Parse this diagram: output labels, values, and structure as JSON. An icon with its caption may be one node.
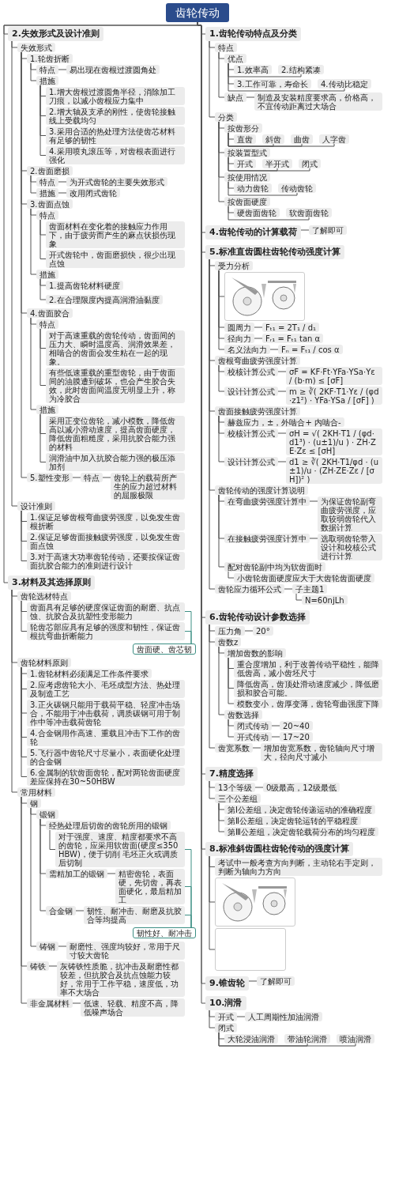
{
  "diagram": {
    "nodes": [
      {
        "text": [
          "齿轮传动"
        ]
      },
      {
        "text": [
          "1.齿轮传动特点及分类"
        ]
      },
      {
        "text": [
          "特点"
        ]
      },
      {
        "text": [
          "优点"
        ]
      },
      {
        "text": [
          "1.效率高"
        ]
      },
      {
        "text": [
          "2.结构紧凑"
        ]
      },
      {
        "text": [
          "3.工作可靠，寿命长"
        ]
      },
      {
        "text": [
          "4.传动比稳定"
        ]
      },
      {
        "text": [
          "缺点"
        ]
      },
      {
        "text": [
          "制造及安装精度要求高，价格高，不宜传动距离过大场合"
        ]
      },
      {
        "text": [
          "分类"
        ]
      },
      {
        "text": [
          "按齿形分"
        ]
      },
      {
        "text": [
          "直齿"
        ]
      },
      {
        "text": [
          "斜齿"
        ]
      },
      {
        "text": [
          "曲齿"
        ]
      },
      {
        "text": [
          "人字齿"
        ]
      },
      {
        "text": [
          "按装置型式"
        ]
      },
      {
        "text": [
          "开式"
        ]
      },
      {
        "text": [
          "半开式"
        ]
      },
      {
        "text": [
          "闭式"
        ]
      },
      {
        "text": [
          "按使用情况"
        ]
      },
      {
        "text": [
          "动力齿轮"
        ]
      },
      {
        "text": [
          "传动齿轮"
        ]
      },
      {
        "text": [
          "按齿面硬度"
        ]
      },
      {
        "text": [
          "硬齿面齿轮"
        ]
      },
      {
        "text": [
          "软齿面齿轮"
        ]
      },
      {
        "text": [
          "2.失效形式及设计准则"
        ]
      },
      {
        "text": [
          "失效形式"
        ]
      },
      {
        "text": [
          "1.轮齿折断"
        ]
      },
      {
        "text": [
          "特点"
        ]
      },
      {
        "text": [
          "易出现在齿根过渡圆角处"
        ]
      },
      {
        "text": [
          "措施"
        ]
      },
      {
        "text": [
          "1.增大齿根过渡圆角半径，消除加工刀痕，以减小齿根应力集中"
        ]
      },
      {
        "text": [
          "2.增大轴及支承的刚性，使齿轮接触线上受载均匀"
        ]
      },
      {
        "text": [
          "3.采用合适的热处理方法使齿芯材料有足够的韧性"
        ]
      },
      {
        "text": [
          "4.采用喷丸滚压等，对齿根表面进行强化"
        ]
      },
      {
        "text": [
          "2.齿面磨损"
        ]
      },
      {
        "text": [
          "特点"
        ]
      },
      {
        "text": [
          "为开式齿轮的主要失效形式"
        ]
      },
      {
        "text": [
          "措施"
        ]
      },
      {
        "text": [
          "改用闭式齿轮"
        ]
      },
      {
        "text": [
          "3.齿面点蚀"
        ]
      },
      {
        "text": [
          "特点"
        ]
      },
      {
        "text": [
          "齿面材料在变化着的接触应力作用下，由于疲劳而产生的麻点状损伤现象"
        ]
      },
      {
        "text": [
          "开式齿轮中，齿面磨损快，很少出现点蚀"
        ]
      },
      {
        "text": [
          "措施"
        ]
      },
      {
        "text": [
          "1.提高齿轮材料硬度"
        ]
      },
      {
        "text": [
          "2.在合理限度内提高润滑油黏度"
        ]
      },
      {
        "text": [
          "4.齿面胶合"
        ]
      },
      {
        "text": [
          "特点"
        ]
      },
      {
        "text": [
          "对于高速重载的齿轮传动，齿面间的压力大、瞬时温度高、润滑效果差，相啮合的齿面会发生粘在一起的现象。"
        ]
      },
      {
        "text": [
          "有些低速重载的重型齿轮，由于齿面间的油膜遭到破坏，也会产生胶合失效，此时齿面间温度无明显上升，称为冷胶合"
        ]
      },
      {
        "text": [
          "措施"
        ]
      },
      {
        "text": [
          "采用正变位齿轮，减小模数，降低齿高以减小滑动速度，提高齿面硬度，降低齿面粗糙度，采用抗胶合能力强的材料"
        ]
      },
      {
        "text": [
          "润滑油中加入抗胶合能力强的极压添加剂"
        ]
      },
      {
        "text": [
          "5.塑性变形"
        ]
      },
      {
        "text": [
          "特点"
        ]
      },
      {
        "text": [
          "齿轮上的载荷所产生的应力超过材料的屈服极限"
        ]
      },
      {
        "text": [
          "设计准则"
        ]
      },
      {
        "text": [
          "1.保证足够齿根弯曲疲劳强度，以免发生齿根折断"
        ]
      },
      {
        "text": [
          "2.保证足够齿面接触疲劳强度，以免发生齿面点蚀"
        ]
      },
      {
        "text": [
          "3.对于高速大功率齿轮传动，还要按保证齿面抗胶合能力的准则进行设计"
        ]
      },
      {
        "text": [
          "3.材料及其选择原则"
        ]
      },
      {
        "text": [
          "齿轮选材特点"
        ]
      },
      {
        "text": [
          "齿面具有足够的硬度保证齿面的耐磨、抗点蚀、抗胶合及抗塑性变形能力"
        ]
      },
      {
        "text": [
          "轮齿芯部应具有足够的强度和韧性，保证齿根抗弯曲折断能力"
        ]
      },
      {
        "text": [
          "齿面硬、齿芯韧"
        ]
      },
      {
        "text": [
          "齿轮材料原则"
        ]
      },
      {
        "text": [
          "1.齿轮材料必须满足工作条件要求"
        ]
      },
      {
        "text": [
          "2.应考虑齿轮大小、毛坯成型方法、热处理及制造工艺"
        ]
      },
      {
        "text": [
          "3.正火碳钢只能用于载荷平稳、轻度冲击场合，不能用于冲击载荷，调质碳钢可用于制作中等冲击载荷齿轮"
        ]
      },
      {
        "text": [
          "4.合金钢用作高速、重载且冲击下工作的齿轮"
        ]
      },
      {
        "text": [
          "5.飞行器中齿轮尺寸尽量小，表面硬化处理的合金钢"
        ]
      },
      {
        "text": [
          "6.金属制的软齿面齿轮，配对两轮齿面硬度差应保持在30~50HBW"
        ]
      },
      {
        "text": [
          "常用材料"
        ]
      },
      {
        "text": [
          "钢"
        ]
      },
      {
        "text": [
          "锻钢"
        ]
      },
      {
        "text": [
          "经热处理后切齿的齿轮所用的锻钢"
        ]
      },
      {
        "text": [
          "对于强度、速度、精度都要求不高的齿轮，应采用软齿面(硬度≤350HBW)，便于切削 毛坯正火或调质后切制"
        ]
      },
      {
        "text": [
          "需精加工的锻钢"
        ]
      },
      {
        "text": [
          "精密齿轮，表面硬，先切齿，再表面硬化，最后精加工"
        ]
      },
      {
        "text": [
          "合金钢"
        ]
      },
      {
        "text": [
          "韧性、耐冲击、耐磨及抗胶合等均提高"
        ]
      },
      {
        "text": [
          "韧性好、耐冲击"
        ]
      },
      {
        "text": [
          "铸钢"
        ]
      },
      {
        "text": [
          "耐磨性、强度均较好，常用于尺寸较大齿轮"
        ]
      },
      {
        "text": [
          "铸铁"
        ]
      },
      {
        "text": [
          "灰铸铁性质脆，抗冲击及耐磨性都较差，但抗胶合及抗点蚀能力较好，常用于工作平稳，速度低，功率不大场合"
        ]
      },
      {
        "text": [
          "非金属材料"
        ]
      },
      {
        "text": [
          "低速、轻载、精度不高，降低噪声场合"
        ]
      },
      {
        "text": [
          "4.齿轮传动的计算载荷"
        ]
      },
      {
        "text": [
          "了解即可"
        ]
      },
      {
        "text": [
          "5.标准直齿圆柱齿轮传动强度计算"
        ]
      },
      {
        "text": [
          "受力分析"
        ]
      },
      {
        "text": [],
        "shape": "picture"
      },
      {
        "text": [
          "圆周力"
        ]
      },
      {
        "text": [
          "Fₜ₁ = 2T₁ / d₁"
        ]
      },
      {
        "text": [
          "径向力"
        ]
      },
      {
        "text": [
          "Fᵣ₁ = Fₜ₁ tan α"
        ]
      },
      {
        "text": [
          "名义法向力"
        ]
      },
      {
        "text": [
          "Fₙ = Fₜ₁ / cos α"
        ]
      },
      {
        "text": [
          "齿根弯曲疲劳强度计算"
        ]
      },
      {
        "text": [
          "校核计算公式"
        ]
      },
      {
        "text": [
          "σF = KF·Ft·YFa·YSa·Yε / (b·m) ≤ [σF]"
        ]
      },
      {
        "text": [
          "设计计算公式"
        ]
      },
      {
        "text": [
          "m ≥ ∛( 2KF·T1·Yε / (φd·z1²) · YFa·YSa / [σF] )"
        ]
      },
      {
        "text": [
          "齿面接触疲劳强度计算"
        ]
      },
      {
        "text": [
          "赫兹应力，±，外啮合+ 内啮合-"
        ]
      },
      {
        "text": [
          "校核计算公式"
        ]
      },
      {
        "text": [
          "σH = √( 2KH·T1 / (φd·d1³) · (u±1)/u ) · ZH·ZE·Zε ≤ [σH]"
        ]
      },
      {
        "text": [
          "设计计算公式"
        ]
      },
      {
        "text": [
          "d1 ≥ ∛( 2KH·T1/φd · (u±1)/u · (ZH·ZE·Zε / [σH])² )"
        ]
      },
      {
        "text": [
          "齿轮传动的强度计算说明"
        ]
      },
      {
        "text": [
          "在弯曲疲劳强度计算中"
        ]
      },
      {
        "text": [
          "为保证齿轮副弯曲疲劳强度，应取较弱齿轮代入数据计算"
        ]
      },
      {
        "text": [
          "在接触疲劳强度计算中"
        ]
      },
      {
        "text": [
          "选取弱齿轮带入设计和校核公式进行计算"
        ]
      },
      {
        "text": [
          "配对齿轮副中均为软齿面时"
        ]
      },
      {
        "text": [
          "小齿轮齿面硬度应大于大齿轮齿面硬度"
        ]
      },
      {
        "text": [
          "齿轮应力循环公式"
        ]
      },
      {
        "text": [
          "子主题1"
        ]
      },
      {
        "text": [
          "N=60njLh"
        ]
      },
      {
        "text": [
          "6.齿轮传动设计参数选择"
        ]
      },
      {
        "text": [
          "压力角"
        ]
      },
      {
        "text": [
          "20°"
        ]
      },
      {
        "text": [
          "齿数z"
        ]
      },
      {
        "text": [
          "增加齿数的影响"
        ]
      },
      {
        "text": [
          "重合度增加，利于改善传动平稳性，能降低齿高，减小齿坯尺寸"
        ]
      },
      {
        "text": [
          "降低齿高，齿顶处滑动速度减少，降低磨损和胶合可能。"
        ]
      },
      {
        "text": [
          "模数变小，齿厚变薄，齿轮弯曲强度下降"
        ]
      },
      {
        "text": [
          "齿数选择"
        ]
      },
      {
        "text": [
          "闭式传动"
        ]
      },
      {
        "text": [
          "20~40"
        ]
      },
      {
        "text": [
          "开式传动"
        ]
      },
      {
        "text": [
          "17~20"
        ]
      },
      {
        "text": [
          "齿宽系数"
        ]
      },
      {
        "text": [
          "增加齿宽系数，齿轮轴向尺寸增大，径向尺寸减小"
        ]
      },
      {
        "text": [
          "7.精度选择"
        ]
      },
      {
        "text": [
          "13个等级"
        ]
      },
      {
        "text": [
          "0级最高，12级最低"
        ]
      },
      {
        "text": [
          "三个公差组"
        ]
      },
      {
        "text": [
          "第Ⅰ公差组，决定齿轮传递运动的准确程度"
        ]
      },
      {
        "text": [
          "第Ⅱ公差组，决定齿轮运转的平稳程度"
        ]
      },
      {
        "text": [
          "第Ⅲ公差组，决定齿轮载荷分布的均匀程度"
        ]
      },
      {
        "text": [
          "8.标准斜齿圆柱齿轮传动的强度计算"
        ]
      },
      {
        "text": [
          "考试中一般考查方向判断，主动轮右手定则，判断为轴向力方向"
        ]
      },
      {
        "text": [],
        "shape": "picture"
      },
      {
        "text": [],
        "shape": "box"
      },
      {
        "text": [
          "9.锥齿轮"
        ]
      },
      {
        "text": [
          "了解即可"
        ]
      },
      {
        "text": [
          "10.润滑"
        ]
      },
      {
        "text": [
          "开式"
        ]
      },
      {
        "text": [
          "人工周期性加油润滑"
        ]
      },
      {
        "text": [
          "闭式"
        ]
      },
      {
        "text": [
          "大轮浸油润滑"
        ]
      },
      {
        "text": [
          "带油轮润滑"
        ]
      },
      {
        "text": [
          "喷油润滑"
        ]
      }
    ],
    "edges": [
      {
        "from": 0,
        "to": 1,
        "arrow": "none"
      },
      {
        "from": 1,
        "to": 2,
        "arrow": "none"
      },
      {
        "from": 2,
        "to": 3,
        "arrow": "none"
      },
      {
        "from": 3,
        "to": 4,
        "arrow": "none"
      },
      {
        "from": 3,
        "to": 5,
        "arrow": "none"
      },
      {
        "from": 3,
        "to": 6,
        "arrow": "none"
      },
      {
        "from": 3,
        "to": 7,
        "arrow": "none"
      },
      {
        "from": 2,
        "to": 8,
        "arrow": "none"
      },
      {
        "from": 8,
        "to": 9,
        "arrow": "none"
      },
      {
        "from": 1,
        "to": 10,
        "arrow": "none"
      },
      {
        "from": 10,
        "to": 11,
        "arrow": "none"
      },
      {
        "from": 11,
        "to": 12,
        "arrow": "none"
      },
      {
        "from": 11,
        "to": 13,
        "arrow": "none"
      },
      {
        "from": 11,
        "to": 14,
        "arrow": "none"
      },
      {
        "from": 11,
        "to": 15,
        "arrow": "none"
      },
      {
        "from": 10,
        "to": 16,
        "arrow": "none"
      },
      {
        "from": 16,
        "to": 17,
        "arrow": "none"
      },
      {
        "from": 16,
        "to": 18,
        "arrow": "none"
      },
      {
        "from": 16,
        "to": 19,
        "arrow": "none"
      },
      {
        "from": 10,
        "to": 20,
        "arrow": "none"
      },
      {
        "from": 20,
        "to": 21,
        "arrow": "none"
      },
      {
        "from": 20,
        "to": 22,
        "arrow": "none"
      },
      {
        "from": 10,
        "to": 23,
        "arrow": "none"
      },
      {
        "from": 23,
        "to": 24,
        "arrow": "none"
      },
      {
        "from": 23,
        "to": 25,
        "arrow": "none"
      },
      {
        "from": 0,
        "to": 26,
        "arrow": "none"
      },
      {
        "from": 26,
        "to": 27,
        "arrow": "none"
      },
      {
        "from": 27,
        "to": 28,
        "arrow": "none"
      },
      {
        "from": 28,
        "to": 29,
        "arrow": "none"
      },
      {
        "from": 29,
        "to": 30,
        "arrow": "none"
      },
      {
        "from": 28,
        "to": 31,
        "arrow": "none"
      },
      {
        "from": 31,
        "to": 32,
        "arrow": "none"
      },
      {
        "from": 31,
        "to": 33,
        "arrow": "none"
      },
      {
        "from": 31,
        "to": 34,
        "arrow": "none"
      },
      {
        "from": 31,
        "to": 35,
        "arrow": "none"
      },
      {
        "from": 27,
        "to": 36,
        "arrow": "none"
      },
      {
        "from": 36,
        "to": 37,
        "arrow": "none"
      },
      {
        "from": 37,
        "to": 38,
        "arrow": "none"
      },
      {
        "from": 36,
        "to": 39,
        "arrow": "none"
      },
      {
        "from": 39,
        "to": 40,
        "arrow": "none"
      },
      {
        "from": 27,
        "to": 41,
        "arrow": "none"
      },
      {
        "from": 41,
        "to": 42,
        "arrow": "none"
      },
      {
        "from": 42,
        "to": 43,
        "arrow": "none"
      },
      {
        "from": 42,
        "to": 44,
        "arrow": "none"
      },
      {
        "from": 41,
        "to": 45,
        "arrow": "none"
      },
      {
        "from": 45,
        "to": 46,
        "arrow": "none"
      },
      {
        "from": 45,
        "to": 47,
        "arrow": "none"
      },
      {
        "from": 27,
        "to": 48,
        "arrow": "none"
      },
      {
        "from": 48,
        "to": 49,
        "arrow": "none"
      },
      {
        "from": 49,
        "to": 50,
        "arrow": "none"
      },
      {
        "from": 49,
        "to": 51,
        "arrow": "none"
      },
      {
        "from": 48,
        "to": 52,
        "arrow": "none"
      },
      {
        "from": 52,
        "to": 53,
        "arrow": "none"
      },
      {
        "from": 52,
        "to": 54,
        "arrow": "none"
      },
      {
        "from": 27,
        "to": 55,
        "arrow": "none"
      },
      {
        "from": 55,
        "to": 56,
        "arrow": "none"
      },
      {
        "from": 56,
        "to": 57,
        "arrow": "none"
      },
      {
        "from": 26,
        "to": 58,
        "arrow": "none"
      },
      {
        "from": 58,
        "to": 59,
        "arrow": "none"
      },
      {
        "from": 58,
        "to": 60,
        "arrow": "none"
      },
      {
        "from": 58,
        "to": 61,
        "arrow": "none"
      },
      {
        "from": 0,
        "to": 62,
        "arrow": "none"
      },
      {
        "from": 62,
        "to": 63,
        "arrow": "none"
      },
      {
        "from": 63,
        "to": 64,
        "arrow": "none"
      },
      {
        "from": 63,
        "to": 65,
        "arrow": "none"
      },
      {
        "from": 64,
        "to": 66,
        "arrow": "none",
        "color": "#3d8f84"
      },
      {
        "from": 65,
        "to": 66,
        "arrow": "none",
        "color": "#3d8f84"
      },
      {
        "from": 62,
        "to": 67,
        "arrow": "none"
      },
      {
        "from": 67,
        "to": 68,
        "arrow": "none"
      },
      {
        "from": 67,
        "to": 69,
        "arrow": "none"
      },
      {
        "from": 67,
        "to": 70,
        "arrow": "none"
      },
      {
        "from": 67,
        "to": 71,
        "arrow": "none"
      },
      {
        "from": 67,
        "to": 72,
        "arrow": "none"
      },
      {
        "from": 67,
        "to": 73,
        "arrow": "none"
      },
      {
        "from": 62,
        "to": 74,
        "arrow": "none"
      },
      {
        "from": 74,
        "to": 75,
        "arrow": "none"
      },
      {
        "from": 75,
        "to": 76,
        "arrow": "none"
      },
      {
        "from": 76,
        "to": 77,
        "arrow": "none"
      },
      {
        "from": 77,
        "to": 78,
        "arrow": "none"
      },
      {
        "from": 76,
        "to": 79,
        "arrow": "none"
      },
      {
        "from": 79,
        "to": 80,
        "arrow": "none"
      },
      {
        "from": 76,
        "to": 81,
        "arrow": "none"
      },
      {
        "from": 81,
        "to": 82,
        "arrow": "none"
      },
      {
        "from": 78,
        "to": 83,
        "arrow": "none",
        "color": "#3d8f84"
      },
      {
        "from": 80,
        "to": 83,
        "arrow": "none",
        "color": "#3d8f84"
      },
      {
        "from": 82,
        "to": 83,
        "arrow": "none",
        "color": "#3d8f84"
      },
      {
        "from": 75,
        "to": 84,
        "arrow": "none"
      },
      {
        "from": 84,
        "to": 85,
        "arrow": "none"
      },
      {
        "from": 74,
        "to": 86,
        "arrow": "none"
      },
      {
        "from": 86,
        "to": 87,
        "arrow": "none"
      },
      {
        "from": 74,
        "to": 88,
        "arrow": "none"
      },
      {
        "from": 88,
        "to": 89,
        "arrow": "none"
      },
      {
        "from": 0,
        "to": 90,
        "arrow": "none"
      },
      {
        "from": 90,
        "to": 91,
        "arrow": "none"
      },
      {
        "from": 0,
        "to": 92,
        "arrow": "none"
      },
      {
        "from": 92,
        "to": 93,
        "arrow": "none"
      },
      {
        "from": 93,
        "to": 94,
        "arrow": "none"
      },
      {
        "from": 93,
        "to": 95,
        "arrow": "none"
      },
      {
        "from": 95,
        "to": 96,
        "arrow": "none"
      },
      {
        "from": 93,
        "to": 97,
        "arrow": "none"
      },
      {
        "from": 97,
        "to": 98,
        "arrow": "none"
      },
      {
        "from": 93,
        "to": 99,
        "arrow": "none"
      },
      {
        "from": 99,
        "to": 100,
        "arrow": "none"
      },
      {
        "from": 92,
        "to": 101,
        "arrow": "none"
      },
      {
        "from": 101,
        "to": 102,
        "arrow": "none"
      },
      {
        "from": 102,
        "to": 103,
        "arrow": "none"
      },
      {
        "from": 101,
        "to": 104,
        "arrow": "none"
      },
      {
        "from": 104,
        "to": 105,
        "arrow": "none"
      },
      {
        "from": 92,
        "to": 106,
        "arrow": "none"
      },
      {
        "from": 106,
        "to": 107,
        "arrow": "none"
      },
      {
        "from": 106,
        "to": 108,
        "arrow": "none"
      },
      {
        "from": 108,
        "to": 109,
        "arrow": "none"
      },
      {
        "from": 106,
        "to": 110,
        "arrow": "none"
      },
      {
        "from": 110,
        "to": 111,
        "arrow": "none"
      },
      {
        "from": 92,
        "to": 112,
        "arrow": "none"
      },
      {
        "from": 112,
        "to": 113,
        "arrow": "none"
      },
      {
        "from": 113,
        "to": 114,
        "arrow": "none"
      },
      {
        "from": 112,
        "to": 115,
        "arrow": "none"
      },
      {
        "from": 115,
        "to": 116,
        "arrow": "none"
      },
      {
        "from": 112,
        "to": 117,
        "arrow": "none"
      },
      {
        "from": 117,
        "to": 118,
        "arrow": "none"
      },
      {
        "from": 92,
        "to": 119,
        "arrow": "none"
      },
      {
        "from": 119,
        "to": 120,
        "arrow": "none"
      },
      {
        "from": 120,
        "to": 121,
        "arrow": "none"
      },
      {
        "from": 0,
        "to": 122,
        "arrow": "none"
      },
      {
        "from": 122,
        "to": 123,
        "arrow": "none"
      },
      {
        "from": 123,
        "to": 124,
        "arrow": "none"
      },
      {
        "from": 122,
        "to": 125,
        "arrow": "none"
      },
      {
        "from": 125,
        "to": 126,
        "arrow": "none"
      },
      {
        "from": 126,
        "to": 127,
        "arrow": "none"
      },
      {
        "from": 126,
        "to": 128,
        "arrow": "none"
      },
      {
        "from": 126,
        "to": 129,
        "arrow": "none"
      },
      {
        "from": 125,
        "to": 130,
        "arrow": "none"
      },
      {
        "from": 130,
        "to": 131,
        "arrow": "none"
      },
      {
        "from": 131,
        "to": 132,
        "arrow": "none"
      },
      {
        "from": 130,
        "to": 133,
        "arrow": "none"
      },
      {
        "from": 133,
        "to": 134,
        "arrow": "none"
      },
      {
        "from": 122,
        "to": 135,
        "arrow": "none"
      },
      {
        "from": 135,
        "to": 136,
        "arrow": "none"
      },
      {
        "from": 0,
        "to": 137,
        "arrow": "none"
      },
      {
        "from": 137,
        "to": 138,
        "arrow": "none"
      },
      {
        "from": 138,
        "to": 139,
        "arrow": "none"
      },
      {
        "from": 137,
        "to": 140,
        "arrow": "none"
      },
      {
        "from": 140,
        "to": 141,
        "arrow": "none"
      },
      {
        "from": 140,
        "to": 142,
        "arrow": "none"
      },
      {
        "from": 140,
        "to": 143,
        "arrow": "none"
      },
      {
        "from": 0,
        "to": 144,
        "arrow": "none"
      },
      {
        "from": 144,
        "to": 145,
        "arrow": "none"
      },
      {
        "from": 144,
        "to": 146,
        "arrow": "none"
      },
      {
        "from": 144,
        "to": 147,
        "arrow": "none"
      },
      {
        "from": 0,
        "to": 148,
        "arrow": "none"
      },
      {
        "from": 148,
        "to": 149,
        "arrow": "none"
      },
      {
        "from": 0,
        "to": 150,
        "arrow": "none"
      },
      {
        "from": 150,
        "to": 151,
        "arrow": "none"
      },
      {
        "from": 151,
        "to": 152,
        "arrow": "none"
      },
      {
        "from": 150,
        "to": 153,
        "arrow": "none"
      },
      {
        "from": 153,
        "to": 154,
        "arrow": "none"
      },
      {
        "from": 153,
        "to": 155,
        "arrow": "none"
      },
      {
        "from": 153,
        "to": 156,
        "arrow": "none"
      }
    ]
  }
}
